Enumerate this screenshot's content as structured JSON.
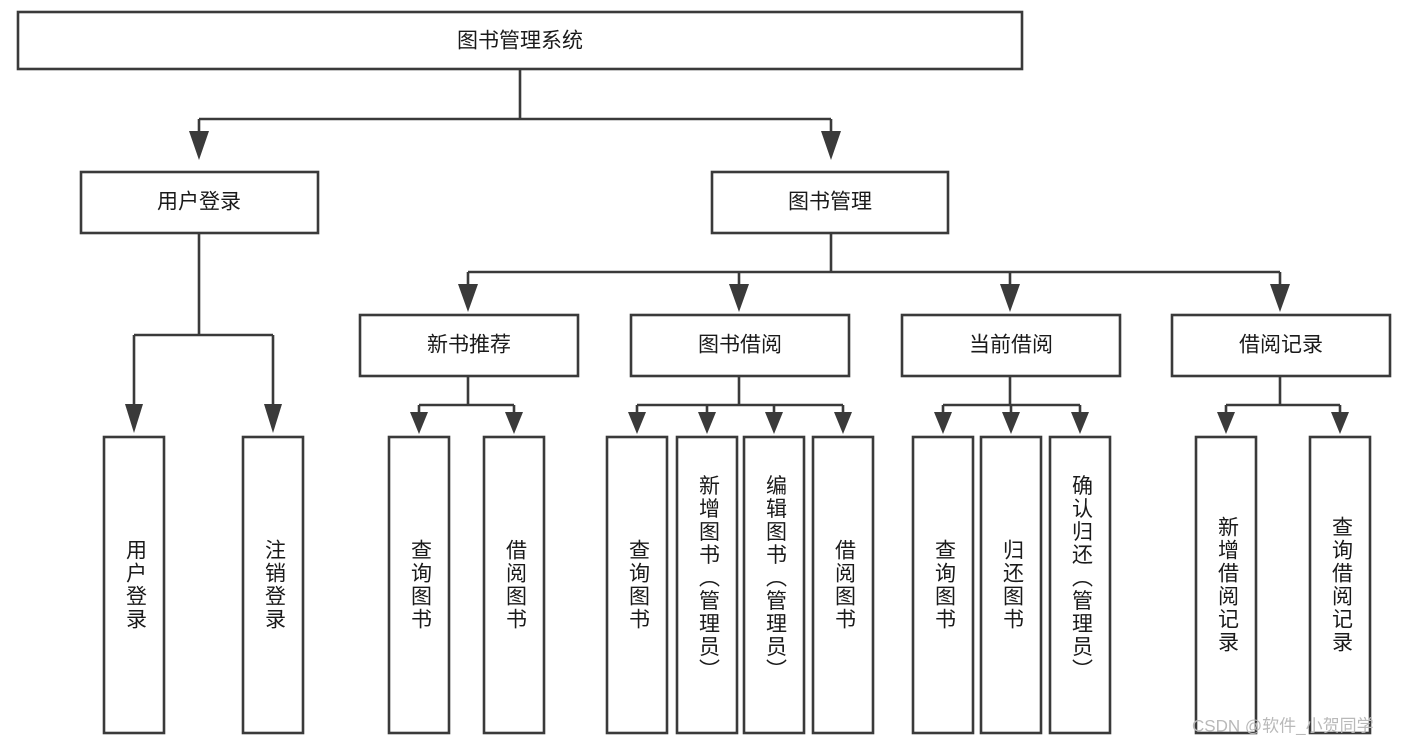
{
  "diagram": {
    "type": "tree-hierarchy",
    "title": "图书管理系统",
    "watermark": "CSDN @软件_小贺同学",
    "colors": {
      "box_stroke": "#3a3a3a",
      "box_fill": "#ffffff",
      "connector": "#3a3a3a",
      "label_text": "#1a1a1a",
      "watermark": "#b9b9b9",
      "background": "#ffffff"
    },
    "root": {
      "label": "图书管理系统"
    },
    "level2": [
      {
        "label": "用户登录"
      },
      {
        "label": "图书管理"
      }
    ],
    "level3": [
      {
        "label": "新书推荐"
      },
      {
        "label": "图书借阅"
      },
      {
        "label": "当前借阅"
      },
      {
        "label": "借阅记录"
      }
    ],
    "leaves": {
      "user_login": [
        {
          "label": "用户登录"
        },
        {
          "label": "注销登录"
        }
      ],
      "new_book_recommend": [
        {
          "label": "查询图书"
        },
        {
          "label": "借阅图书"
        }
      ],
      "book_borrow": [
        {
          "label": "查询图书"
        },
        {
          "label": "新增图书（管理员）"
        },
        {
          "label": "编辑图书（管理员）"
        },
        {
          "label": "借阅图书"
        }
      ],
      "current_borrow": [
        {
          "label": "查询图书"
        },
        {
          "label": "归还图书"
        },
        {
          "label": "确认归还（管理员）"
        }
      ],
      "borrow_record": [
        {
          "label": "新增借阅记录"
        },
        {
          "label": "查询借阅记录"
        }
      ]
    }
  }
}
